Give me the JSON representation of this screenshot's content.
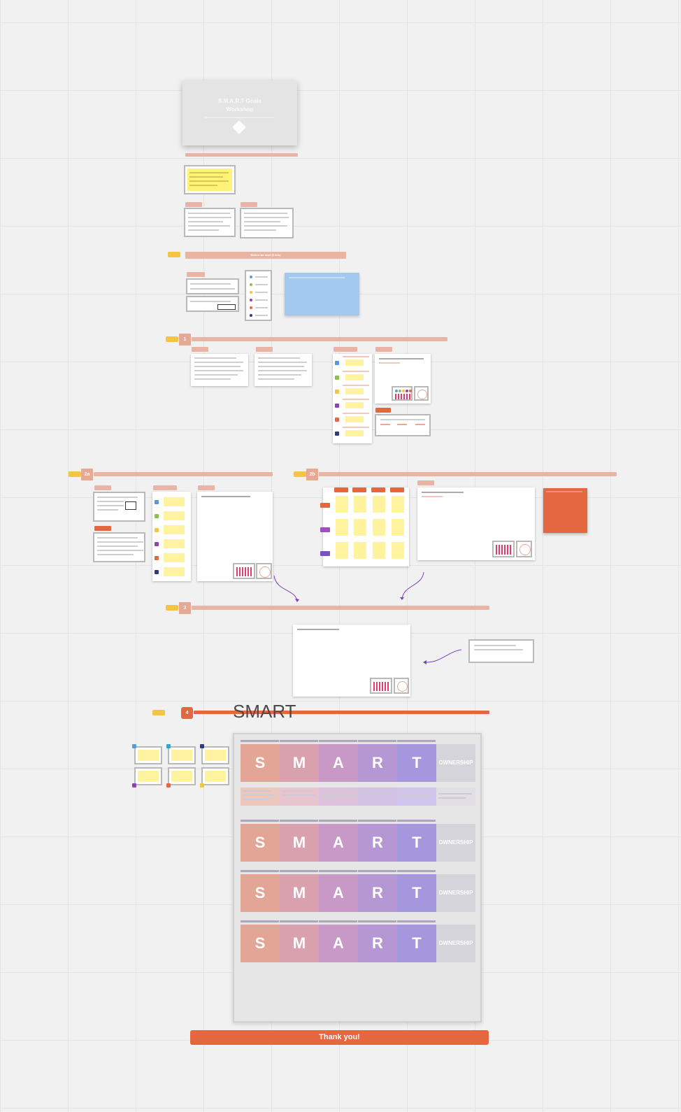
{
  "title_card": {
    "title": "S.M.A.R.T Goals Workshop"
  },
  "sections": {
    "before_we_start": "Before we start (5 min)",
    "step_1_num": "1",
    "step_2a_num": "2a",
    "step_2b_num": "2b",
    "step_3_num": "3",
    "step_4_num": "4"
  },
  "smart_template": {
    "heading": "SMART",
    "letters": [
      "S",
      "M",
      "A",
      "R",
      "T"
    ],
    "ownership_label": "OWNERSHIP",
    "colors": [
      "#e3a696",
      "#d9a0ae",
      "#c899c7",
      "#b597d3",
      "#a497de"
    ]
  },
  "thank_you": {
    "label": "Thank you!"
  },
  "colors": {
    "band": "#e8b5a4",
    "band_strong": "#e4673f",
    "time_badge": "#f4c542",
    "sticky": "#fff3a0",
    "blue_note": "#a3c9ee",
    "orange_note": "#e5673f"
  }
}
